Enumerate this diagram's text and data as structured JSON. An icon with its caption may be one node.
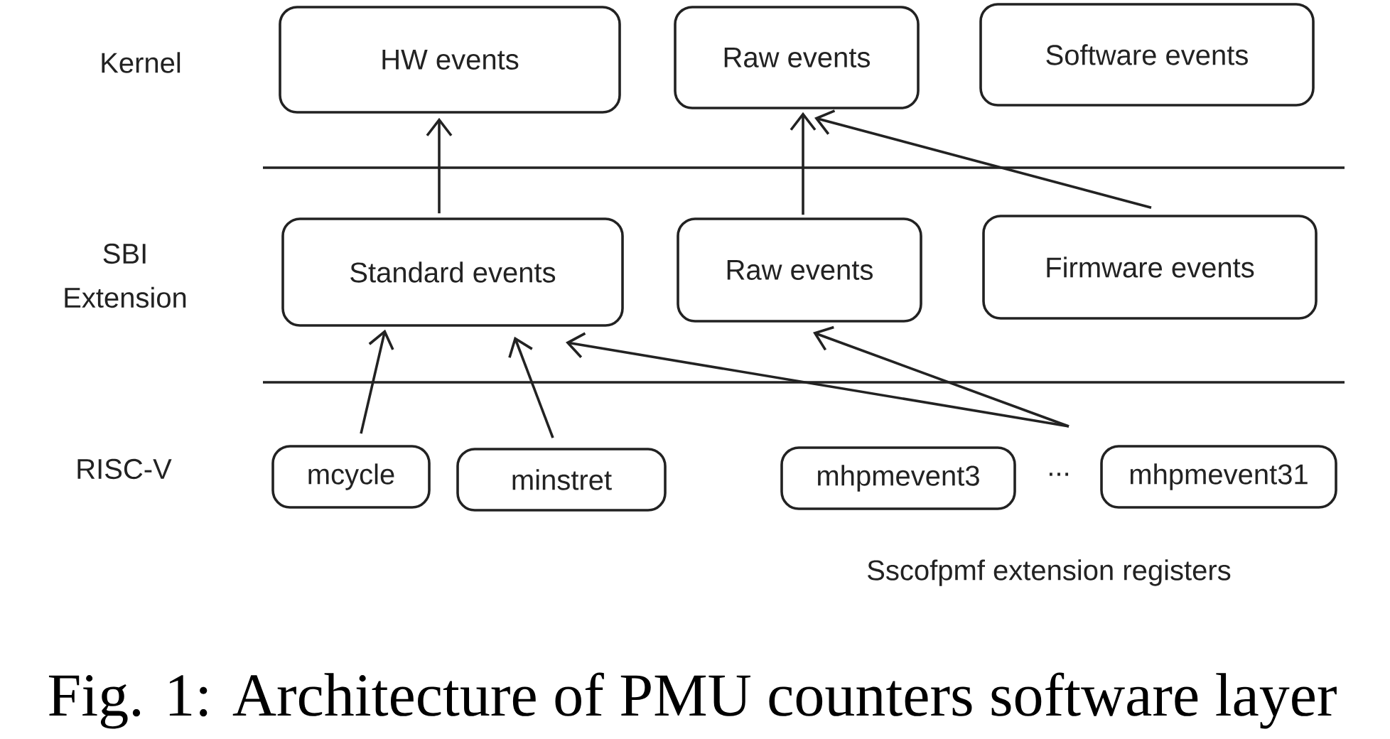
{
  "diagram": {
    "caption": "Fig. 1: Architecture of PMU counters software layer",
    "nodes": [
      {
        "text": [
          "HW events"
        ]
      },
      {
        "text": [
          "Raw events"
        ]
      },
      {
        "text": [
          "Software events"
        ]
      },
      {
        "text": [
          "Standard events"
        ]
      },
      {
        "text": [
          "Raw events"
        ]
      },
      {
        "text": [
          "Firmware events"
        ]
      },
      {
        "text": [
          "mcycle"
        ]
      },
      {
        "text": [
          "minstret"
        ]
      },
      {
        "text": [
          "mhpmevent3"
        ]
      },
      {
        "text": [
          "mhpmevent31"
        ]
      },
      {
        "text": [
          "..."
        ]
      }
    ],
    "edges": [
      {
        "from": 3,
        "to": 0,
        "arrow": "to"
      },
      {
        "from": 4,
        "to": 1,
        "arrow": "to"
      },
      {
        "from": 5,
        "to": 1,
        "arrow": "to"
      },
      {
        "from": 6,
        "to": 3,
        "arrow": "to"
      },
      {
        "from": 7,
        "to": 3,
        "arrow": "to"
      },
      {
        "from": 10,
        "to": 3,
        "arrow": "to"
      },
      {
        "from": 10,
        "to": 4,
        "arrow": "to"
      }
    ],
    "labels": [
      "Kernel",
      "SBI Extension",
      "RISC-V",
      "Sscofpmf extension registers"
    ]
  }
}
